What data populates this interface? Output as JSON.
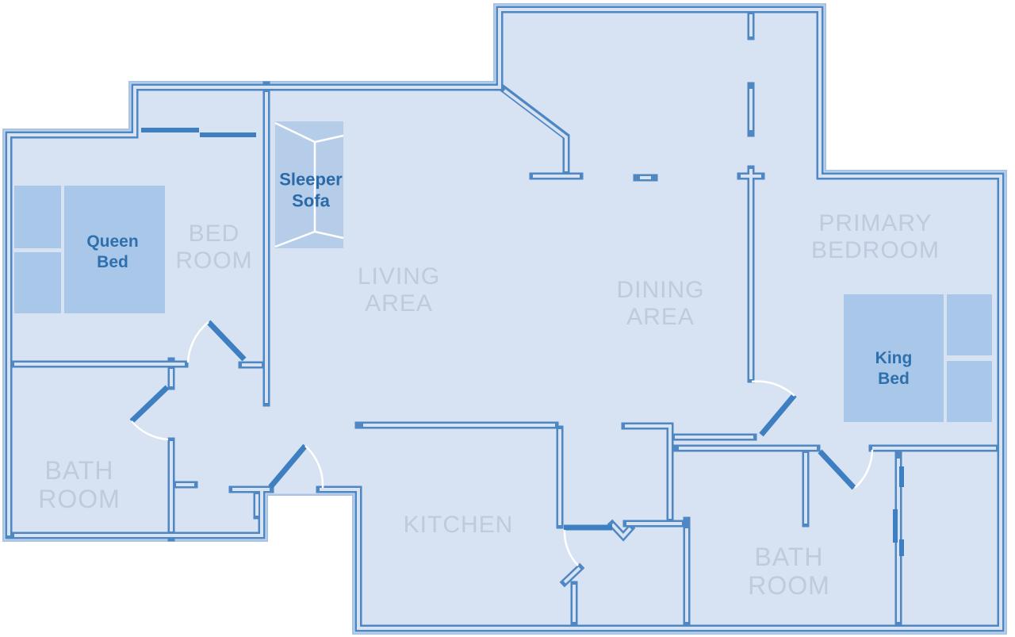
{
  "app": {
    "type": "floor-plan"
  },
  "colors": {
    "background": "#ffffff",
    "floor": "#d7e2f3",
    "wall": "#4e87c2",
    "outer_outline_light": "#a8c4e4",
    "door_leaf": "#3e7fc1",
    "furniture_fill": "#a9c7e8",
    "sofa_fill": "#b6cdea",
    "room_label": "#bfcadd",
    "furniture_label": "#2e6fad",
    "door_swing_arc": "#ffffff"
  },
  "rooms": {
    "bedroom": "BED\nROOM",
    "living": "LIVING\nAREA",
    "dining": "DINING\nAREA",
    "primary_bedroom": "PRIMARY\nBEDROOM",
    "bathroom_left": "BATH\nROOM",
    "bathroom_right": "BATH\nROOM",
    "kitchen": "KITCHEN"
  },
  "furniture": {
    "queen_bed": "Queen\nBed",
    "king_bed": "King\nBed",
    "sleeper_sofa": "Sleeper\nSofa"
  }
}
